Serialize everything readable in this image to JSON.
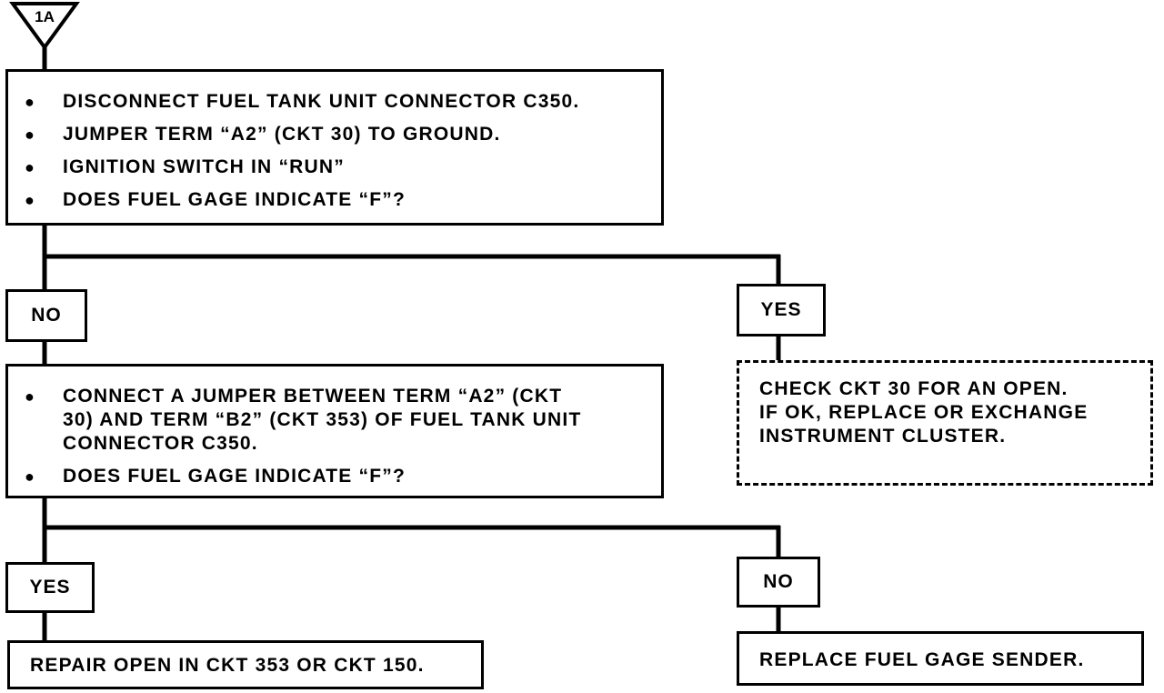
{
  "start_marker": {
    "label": "1A"
  },
  "step1": {
    "items": [
      "DISCONNECT FUEL TANK UNIT CONNECTOR C350.",
      "JUMPER TERM “A2” (CKT 30) TO GROUND.",
      "IGNITION SWITCH IN “RUN”",
      "DOES FUEL GAGE INDICATE “F”?"
    ]
  },
  "branch1": {
    "no_label": "NO",
    "yes_label": "YES"
  },
  "yes1_action": {
    "lines": [
      "CHECK CKT 30 FOR AN OPEN.",
      "IF OK, REPLACE OR EXCHANGE",
      "INSTRUMENT CLUSTER."
    ]
  },
  "step2": {
    "item1_lines": [
      "CONNECT A JUMPER BETWEEN TERM “A2” (CKT",
      "30) AND TERM “B2” (CKT 353) OF FUEL TANK UNIT",
      "CONNECTOR C350."
    ],
    "item2": "DOES FUEL GAGE INDICATE “F”?"
  },
  "branch2": {
    "yes_label": "YES",
    "no_label": "NO"
  },
  "yes2_action": {
    "text": "REPAIR OPEN IN CKT 353 OR CKT 150."
  },
  "no2_action": {
    "text": "REPLACE FUEL GAGE SENDER."
  }
}
